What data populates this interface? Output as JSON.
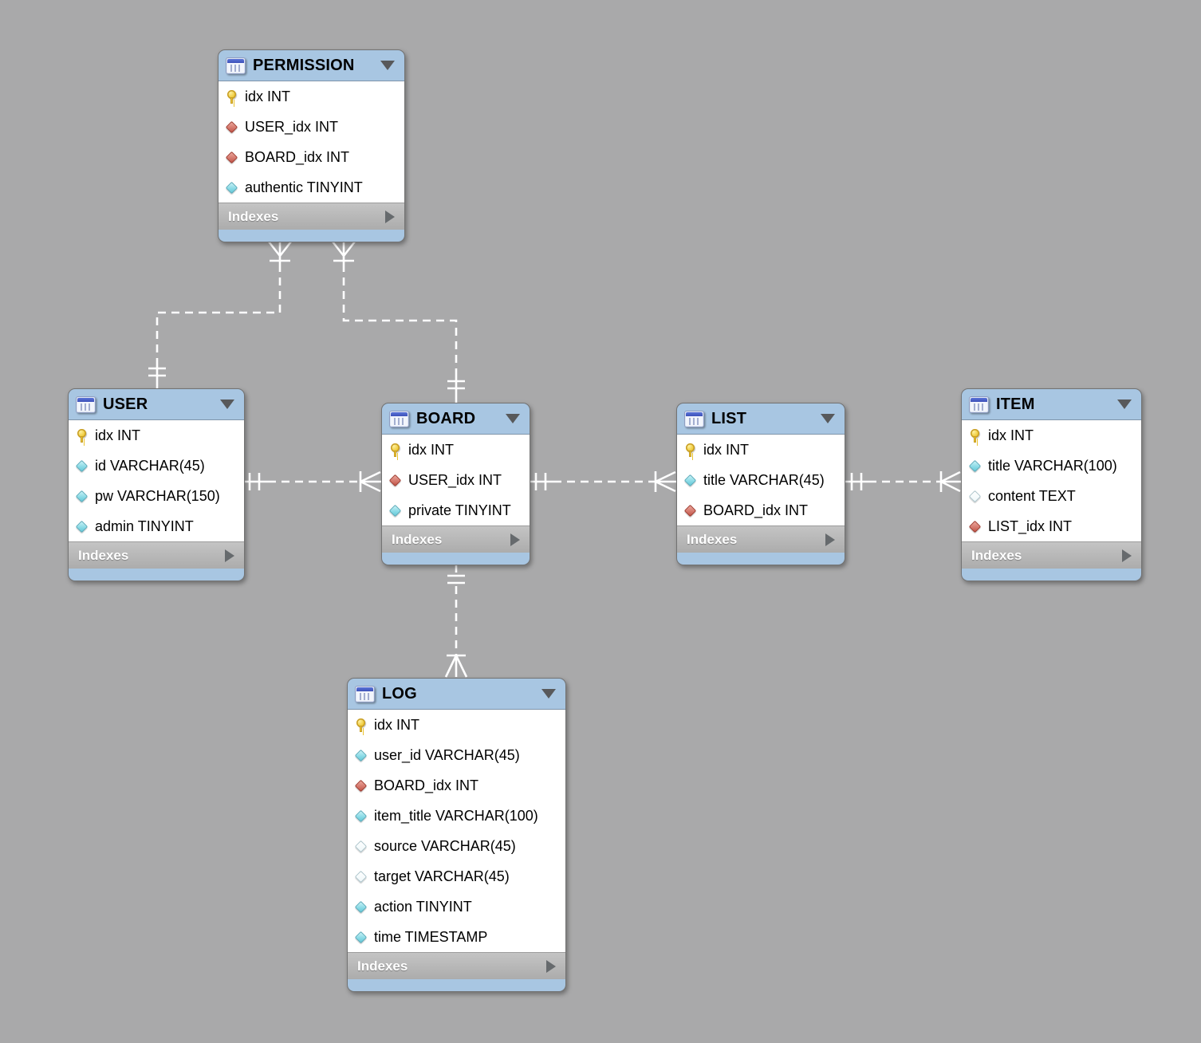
{
  "diagram": {
    "type": "eer-diagram",
    "background_color": "#a9a9aa",
    "connector_color": "#ffffff",
    "table_header_color": "#a8c6e2",
    "table_body_color": "#ffffff",
    "indexes_bar_color": "#b4b4b4",
    "primary_key_color": "#f0cc3e",
    "foreign_key_color": "#cd6a5e",
    "attribute_color": "#84d8e4"
  },
  "tables": [
    {
      "name": "PERMISSION",
      "icon": "table-icon",
      "collapse_icon": "triangle-down",
      "indexes_label": "Indexes",
      "expand_icon": "triangle-right",
      "columns": [
        {
          "icon": "primary-key",
          "label": "idx INT"
        },
        {
          "icon": "foreign-key",
          "label": "USER_idx INT"
        },
        {
          "icon": "foreign-key",
          "label": "BOARD_idx INT"
        },
        {
          "icon": "attribute",
          "label": "authentic TINYINT"
        }
      ]
    },
    {
      "name": "USER",
      "icon": "table-icon",
      "collapse_icon": "triangle-down",
      "indexes_label": "Indexes",
      "expand_icon": "triangle-right",
      "columns": [
        {
          "icon": "primary-key",
          "label": "idx INT"
        },
        {
          "icon": "attribute",
          "label": "id VARCHAR(45)"
        },
        {
          "icon": "attribute",
          "label": "pw VARCHAR(150)"
        },
        {
          "icon": "attribute",
          "label": "admin TINYINT"
        }
      ]
    },
    {
      "name": "BOARD",
      "icon": "table-icon",
      "collapse_icon": "triangle-down",
      "indexes_label": "Indexes",
      "expand_icon": "triangle-right",
      "columns": [
        {
          "icon": "primary-key",
          "label": "idx INT"
        },
        {
          "icon": "foreign-key",
          "label": "USER_idx INT"
        },
        {
          "icon": "attribute",
          "label": "private TINYINT"
        }
      ]
    },
    {
      "name": "LIST",
      "icon": "table-icon",
      "collapse_icon": "triangle-down",
      "indexes_label": "Indexes",
      "expand_icon": "triangle-right",
      "columns": [
        {
          "icon": "primary-key",
          "label": "idx INT"
        },
        {
          "icon": "attribute",
          "label": "title VARCHAR(45)"
        },
        {
          "icon": "foreign-key",
          "label": "BOARD_idx INT"
        }
      ]
    },
    {
      "name": "ITEM",
      "icon": "table-icon",
      "collapse_icon": "triangle-down",
      "indexes_label": "Indexes",
      "expand_icon": "triangle-right",
      "columns": [
        {
          "icon": "primary-key",
          "label": "idx INT"
        },
        {
          "icon": "attribute",
          "label": "title VARCHAR(100)"
        },
        {
          "icon": "attribute-nullable",
          "label": "content TEXT"
        },
        {
          "icon": "foreign-key",
          "label": "LIST_idx INT"
        }
      ]
    },
    {
      "name": "LOG",
      "icon": "table-icon",
      "collapse_icon": "triangle-down",
      "indexes_label": "Indexes",
      "expand_icon": "triangle-right",
      "columns": [
        {
          "icon": "primary-key",
          "label": "idx INT"
        },
        {
          "icon": "attribute",
          "label": "user_id VARCHAR(45)"
        },
        {
          "icon": "foreign-key",
          "label": "BOARD_idx INT"
        },
        {
          "icon": "attribute",
          "label": "item_title VARCHAR(100)"
        },
        {
          "icon": "attribute-nullable",
          "label": "source VARCHAR(45)"
        },
        {
          "icon": "attribute-nullable",
          "label": "target VARCHAR(45)"
        },
        {
          "icon": "attribute",
          "label": "action TINYINT"
        },
        {
          "icon": "attribute",
          "label": "time TIMESTAMP"
        }
      ]
    }
  ],
  "relationships": [
    {
      "one_side": "USER",
      "many_side": "PERMISSION",
      "cardinality": "1:n",
      "line_style": "dashed",
      "one_marker": "double-bar",
      "many_marker": "crow-foot-bar"
    },
    {
      "one_side": "BOARD",
      "many_side": "PERMISSION",
      "cardinality": "1:n",
      "line_style": "dashed",
      "one_marker": "double-bar",
      "many_marker": "crow-foot-bar"
    },
    {
      "one_side": "USER",
      "many_side": "BOARD",
      "cardinality": "1:n",
      "line_style": "dashed",
      "one_marker": "double-bar",
      "many_marker": "crow-foot-bar"
    },
    {
      "one_side": "BOARD",
      "many_side": "LIST",
      "cardinality": "1:n",
      "line_style": "dashed",
      "one_marker": "double-bar",
      "many_marker": "crow-foot-bar"
    },
    {
      "one_side": "LIST",
      "many_side": "ITEM",
      "cardinality": "1:n",
      "line_style": "dashed",
      "one_marker": "double-bar",
      "many_marker": "crow-foot-bar"
    },
    {
      "one_side": "BOARD",
      "many_side": "LOG",
      "cardinality": "1:n",
      "line_style": "dashed",
      "one_marker": "double-bar",
      "many_marker": "crow-foot-bar"
    }
  ]
}
